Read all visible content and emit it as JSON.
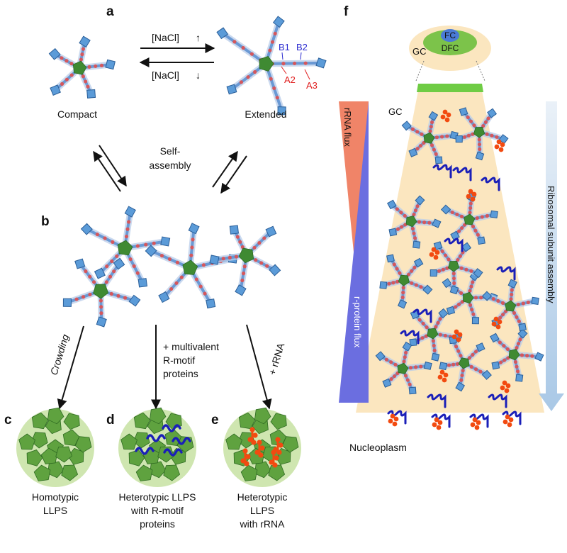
{
  "panels": {
    "a": "a",
    "b": "b",
    "c": "c",
    "d": "d",
    "e": "e",
    "f": "f"
  },
  "panel_a": {
    "salt_up": "[NaCl]",
    "salt_down": "[NaCl]",
    "compact": "Compact",
    "extended": "Extended",
    "b1": "B1",
    "b2": "B2",
    "a2": "A2",
    "a3": "A3"
  },
  "self_assembly": [
    "Self-",
    "assembly"
  ],
  "arrows": {
    "crowding": "Crowding",
    "multivalent": [
      "+ multivalent",
      "R-motif",
      "proteins"
    ],
    "rrna": "+ rRNA"
  },
  "captions": {
    "c": [
      "Homotypic",
      "LLPS"
    ],
    "d": [
      "Heterotypic LLPS",
      "with R-motif",
      "proteins"
    ],
    "e": [
      "Heterotypic",
      "LLPS",
      "with rRNA"
    ]
  },
  "panel_f": {
    "fc": "FC",
    "dfc": "DFC",
    "gc_top": "GC",
    "gc_mid": "GC",
    "rrna_flux": "rRNA flux",
    "rprotein_flux": "r-protein flux",
    "ribosomal": "Ribosomal subunit  assembly",
    "nucleoplasm": "Nucleoplasm"
  },
  "colors": {
    "pentamer": "#3f8a32",
    "domain_blue": "#5a8fd0",
    "domain_red": "#e05050",
    "rna": "#1a1fb8",
    "rprotein": "#f24a10",
    "droplet": "#cfe6b0",
    "nucleolus": "#fbe6bf",
    "flux_red": "#f08468",
    "flux_blue": "#6b6ee0"
  }
}
